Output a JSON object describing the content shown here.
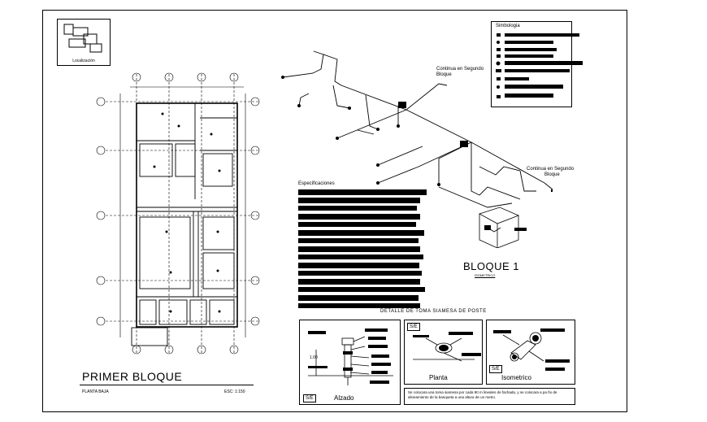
{
  "localizacion": {
    "label": "Localización"
  },
  "legend": {
    "title": "Simbologia"
  },
  "annotations": {
    "continua_1": "Continua en Segundo",
    "continua_1b": "Bloque",
    "continua_2": "Continua en Segundo",
    "continua_2b": "Bloque"
  },
  "especificaciones": {
    "title": "Especificaciones"
  },
  "bloque": {
    "title": "BLOQUE 1",
    "subtitle": "ISOMETRICO"
  },
  "detalle": {
    "title": "DETALLE DE TOMA SIAMESA DE POSTE",
    "se_label": "S/E",
    "alzado": "Alzado",
    "planta": "Planta",
    "isometrico": "Isometrico",
    "dim": "1.00",
    "note": "Se colocara una toma siamesa por cada 90 m lineales de fachada, y se colocara a pa ño de alineamiento de la banqueta a una altura de un metro."
  },
  "plan": {
    "title": "PRIMER BLOQUE",
    "subtitle": "PLANTA BAJA",
    "scale": "ESC: 1:150"
  }
}
